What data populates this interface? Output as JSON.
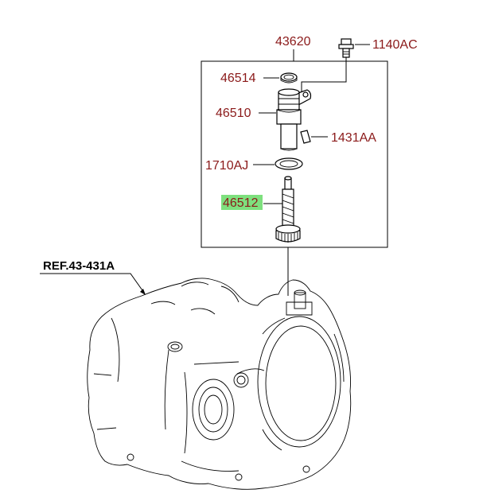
{
  "callouts": {
    "assembly": "43620",
    "bolt": "1140AC",
    "oring_top": "46514",
    "sleeve": "46510",
    "pin": "1431AA",
    "oring_mid": "1710AJ",
    "gear": "46512"
  },
  "reference": "REF.43-431A",
  "colors": {
    "label": "#8b1a1a",
    "highlight": "#7ee07e",
    "line": "#000000"
  }
}
